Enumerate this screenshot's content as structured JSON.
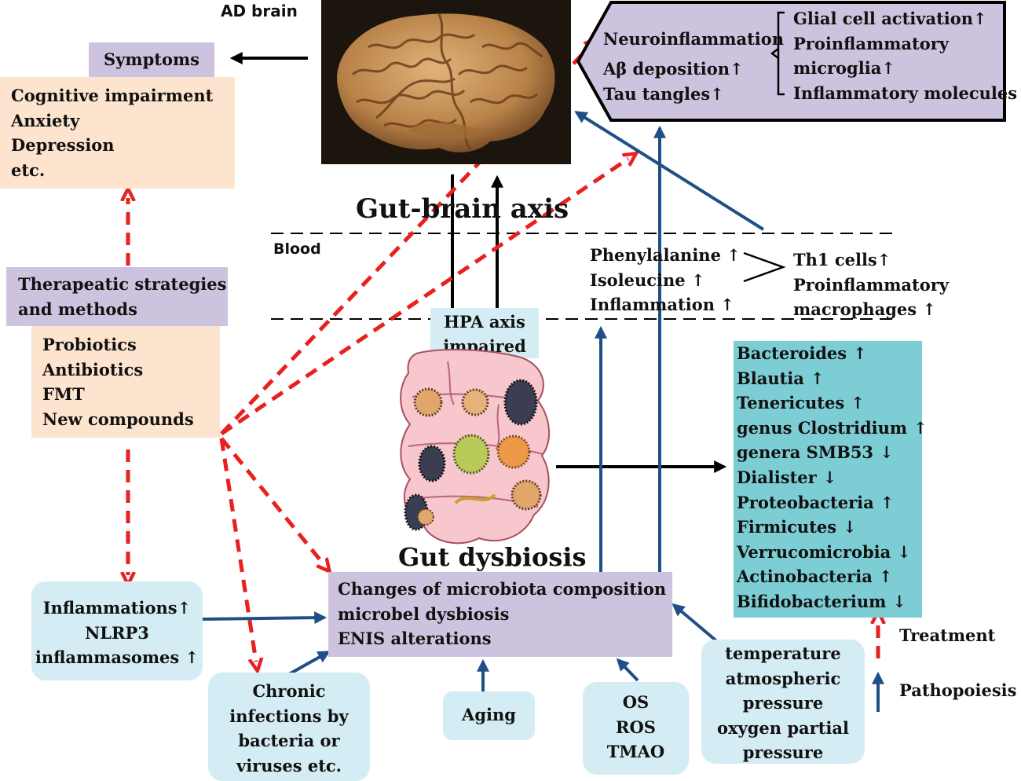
{
  "colors": {
    "treatment_arrow": "#e82020",
    "pathopoiesis_arrow": "#1f4f86",
    "black_arrow": "#000000",
    "purple_box": "#cdc3de",
    "peach_box": "#fde4cf",
    "light_blue_box": "#d4ecf3",
    "teal_box": "#7ccdd4"
  },
  "ad_brain_label": "AD brain",
  "brain_image": "brain-photo",
  "symptoms": {
    "title": "Symptoms",
    "items": [
      "Cognitive impairment",
      "Anxiety",
      "Depression",
      "etc."
    ]
  },
  "pathology": {
    "left": [
      "Neuroinflammation",
      "Aβ deposition↑",
      "Tau tangles↑"
    ],
    "right": [
      "Glial cell activation↑",
      "Proinflammatory",
      "microglia↑",
      "Inflammatory molecules↑"
    ]
  },
  "gut_brain_axis": "Gut-brain axis",
  "blood_label": "Blood",
  "hpa": [
    "HPA axis",
    "impaired"
  ],
  "blood_markers": [
    "Phenylalanine ↑",
    "Isoleucine ↑",
    "Inflammation ↑"
  ],
  "immune_cells": [
    "Th1 cells↑",
    "Proinflammatory",
    "macrophages ↑"
  ],
  "therapy": {
    "title": [
      "Therapeatic strategies",
      "and methods"
    ],
    "items": [
      "Probiotics",
      "Antibiotics",
      "FMT",
      "New compounds"
    ]
  },
  "gut_image": "gut-illustration",
  "gut_dysbiosis_label": "Gut dysbiosis",
  "bacteria": [
    {
      "name": "Bacteroides",
      "trend": "↑"
    },
    {
      "name": "Blautia",
      "trend": "↑"
    },
    {
      "name": "Tenericutes",
      "trend": "↑"
    },
    {
      "name": "genus Clostridium",
      "trend": "↑"
    },
    {
      "name": "genera SMB53",
      "trend": "↓"
    },
    {
      "name": "Dialister",
      "trend": "↓"
    },
    {
      "name": "Proteobacteria",
      "trend": "↑"
    },
    {
      "name": "Firmicutes",
      "trend": "↓"
    },
    {
      "name": "Verrucomicrobia",
      "trend": "↓"
    },
    {
      "name": "Actinobacteria",
      "trend": "↑"
    },
    {
      "name": "Bifidobacterium",
      "trend": "↓"
    }
  ],
  "microbiota_changes": [
    "Changes of microbiota composition",
    "microbel dysbiosis",
    "ENIS alterations"
  ],
  "inflammations": [
    "Inflammations↑",
    "NLRP3",
    "inflammasomes ↑"
  ],
  "infections": [
    "Chronic",
    "infections by",
    "bacteria or",
    "viruses etc."
  ],
  "aging": "Aging",
  "oxidative": [
    "OS",
    "ROS",
    "TMAO"
  ],
  "environment": [
    "temperature",
    "atmospheric",
    "pressure",
    "oxygen partial",
    "pressure"
  ],
  "legend": {
    "treatment": "Treatment",
    "pathopoiesis": "Pathopoiesis"
  }
}
